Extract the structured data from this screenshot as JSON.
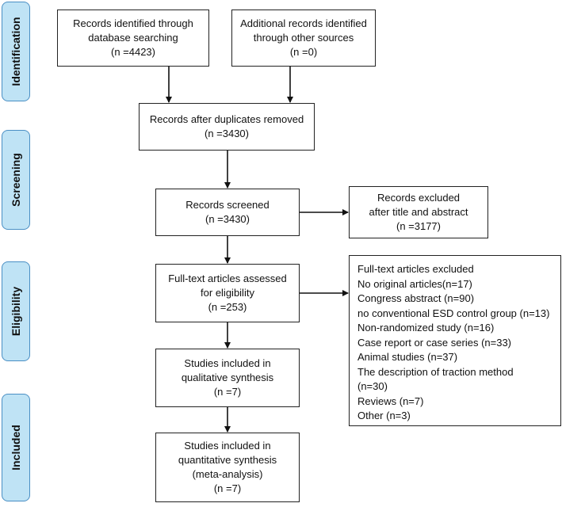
{
  "phases": {
    "identification": "Identification",
    "screening": "Screening",
    "eligibility": "Eligibility",
    "included": "Included"
  },
  "boxes": {
    "db_search": [
      "Records identified through",
      "database searching",
      "(n =4423)"
    ],
    "other_sources": [
      "Additional records identified",
      "through other sources",
      "(n =0)"
    ],
    "after_duplicates": [
      "Records after duplicates removed",
      "(n =3430)"
    ],
    "screened": [
      "Records screened",
      "(n =3430)"
    ],
    "excluded_title": [
      "Records excluded",
      "after title and  abstract",
      "(n =3177)"
    ],
    "full_text_assessed": [
      "Full-text articles assessed",
      "for eligibility",
      "(n =253)"
    ],
    "full_text_excluded": [
      "Full-text articles excluded",
      "No original articles(n=17)",
      "Congress abstract  (n=90)",
      "no conventional ESD control group (n=13)",
      "Non-randomized study  (n=16)",
      "Case report or case series (n=33)",
      "Animal studies (n=37)",
      "The description of traction method",
      "(n=30)",
      "Reviews (n=7)",
      "Other (n=3)"
    ],
    "qualitative": [
      "Studies included in",
      "qualitative synthesis",
      "(n =7)"
    ],
    "quantitative": [
      "Studies included in",
      "quantitative synthesis",
      "(meta-analysis)",
      "(n =7)"
    ]
  }
}
